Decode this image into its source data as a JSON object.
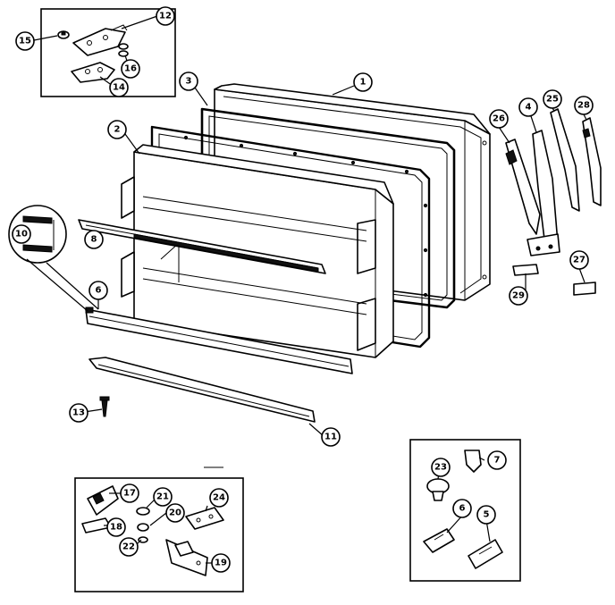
{
  "callouts": [
    {
      "id": "c1",
      "label": "1"
    },
    {
      "id": "c2",
      "label": "2"
    },
    {
      "id": "c3",
      "label": "3"
    },
    {
      "id": "c4",
      "label": "4"
    },
    {
      "id": "c5",
      "label": "5"
    },
    {
      "id": "c6a",
      "label": "6"
    },
    {
      "id": "c6b",
      "label": "6"
    },
    {
      "id": "c7",
      "label": "7"
    },
    {
      "id": "c8",
      "label": "8"
    },
    {
      "id": "c10",
      "label": "10"
    },
    {
      "id": "c11",
      "label": "11"
    },
    {
      "id": "c12",
      "label": "12"
    },
    {
      "id": "c13",
      "label": "13"
    },
    {
      "id": "c14",
      "label": "14"
    },
    {
      "id": "c15",
      "label": "15"
    },
    {
      "id": "c16",
      "label": "16"
    },
    {
      "id": "c17",
      "label": "17"
    },
    {
      "id": "c18",
      "label": "18"
    },
    {
      "id": "c19",
      "label": "19"
    },
    {
      "id": "c20",
      "label": "20"
    },
    {
      "id": "c21",
      "label": "21"
    },
    {
      "id": "c22",
      "label": "22"
    },
    {
      "id": "c23",
      "label": "23"
    },
    {
      "id": "c24",
      "label": "24"
    },
    {
      "id": "c25",
      "label": "25"
    },
    {
      "id": "c26",
      "label": "26"
    },
    {
      "id": "c27",
      "label": "27"
    },
    {
      "id": "c28",
      "label": "28"
    },
    {
      "id": "c29",
      "label": "29"
    }
  ]
}
